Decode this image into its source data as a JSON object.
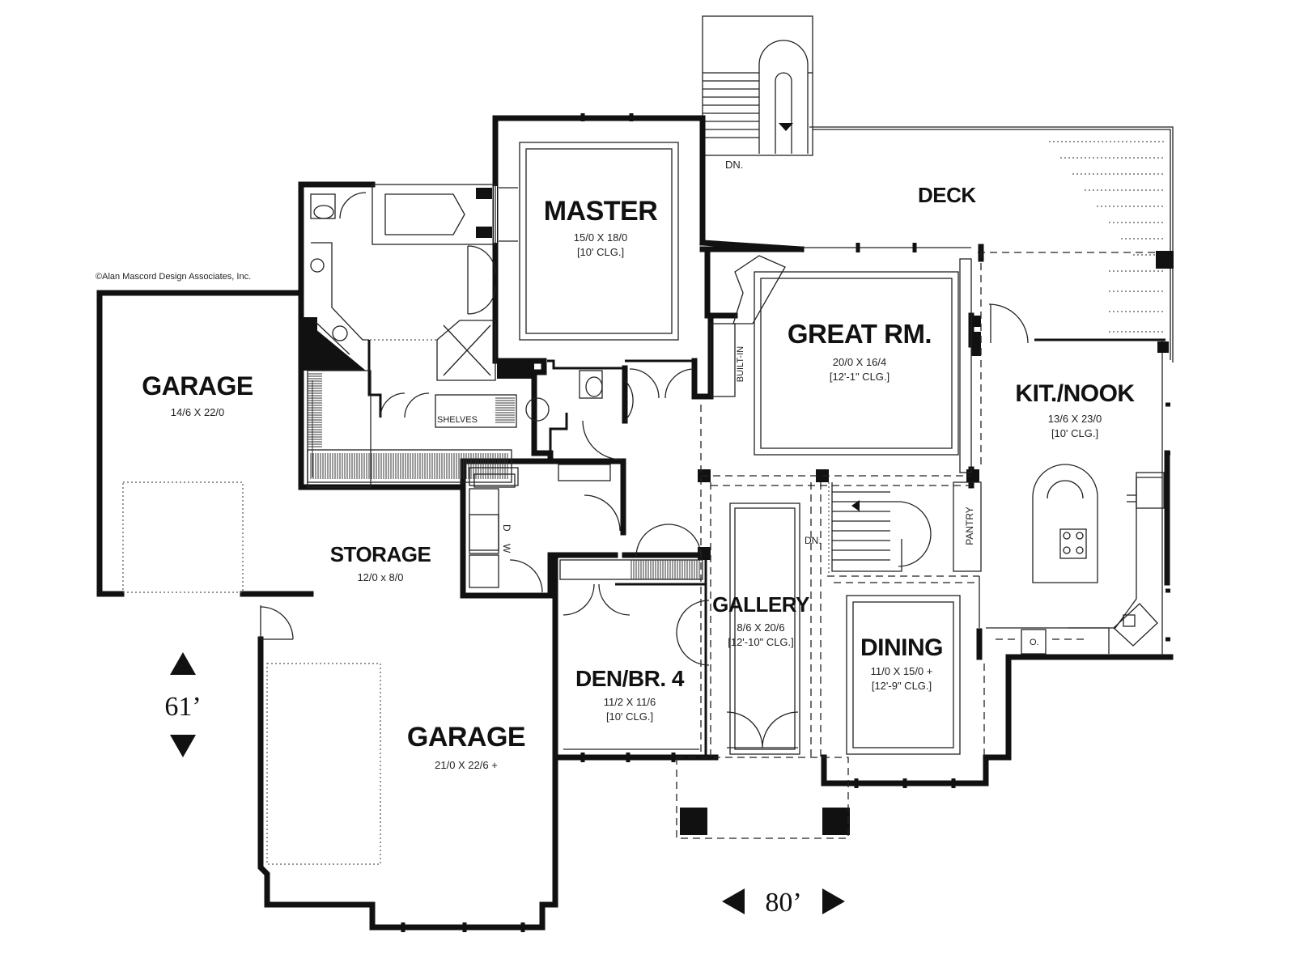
{
  "copyright": "©Alan Mascord Design Associates, Inc.",
  "rooms": {
    "master": {
      "name": "MASTER",
      "dim": "15/0  X  18/0",
      "ceiling": "[10'  CLG.]"
    },
    "great": {
      "name": "GREAT RM.",
      "dim": "20/0  X  16/4",
      "ceiling": "[12'-1\"  CLG.]"
    },
    "kitnook": {
      "name": "KIT./NOOK",
      "dim": "13/6  X  23/0",
      "ceiling": "[10'  CLG.]"
    },
    "garage_left": {
      "name": "GARAGE",
      "dim": "14/6  X  22/0"
    },
    "storage": {
      "name": "STORAGE",
      "dim": "12/0  x  8/0"
    },
    "gallery": {
      "name": "GALLERY",
      "dim": "8/6  X  20/6",
      "ceiling": "[12'-10\"  CLG.]"
    },
    "dining": {
      "name": "DINING",
      "dim": "11/0  X  15/0  +",
      "ceiling": "[12'-9\"  CLG.]"
    },
    "den": {
      "name": "DEN/BR. 4",
      "dim": "11/2  X  11/6",
      "ceiling": "[10'  CLG.]"
    },
    "garage_main": {
      "name": "GARAGE",
      "dim": "21/0  X  22/6  +"
    },
    "deck": {
      "name": "DECK"
    }
  },
  "labels": {
    "dn_top": "DN.",
    "dn_stair": "DN.",
    "built_in": "BUILT-IN",
    "shelves": "SHELVES",
    "pantry": "PANTRY",
    "washer": "W",
    "dryer": "D",
    "oven": "O."
  },
  "dimensions": {
    "depth": "61’",
    "width": "80’"
  }
}
